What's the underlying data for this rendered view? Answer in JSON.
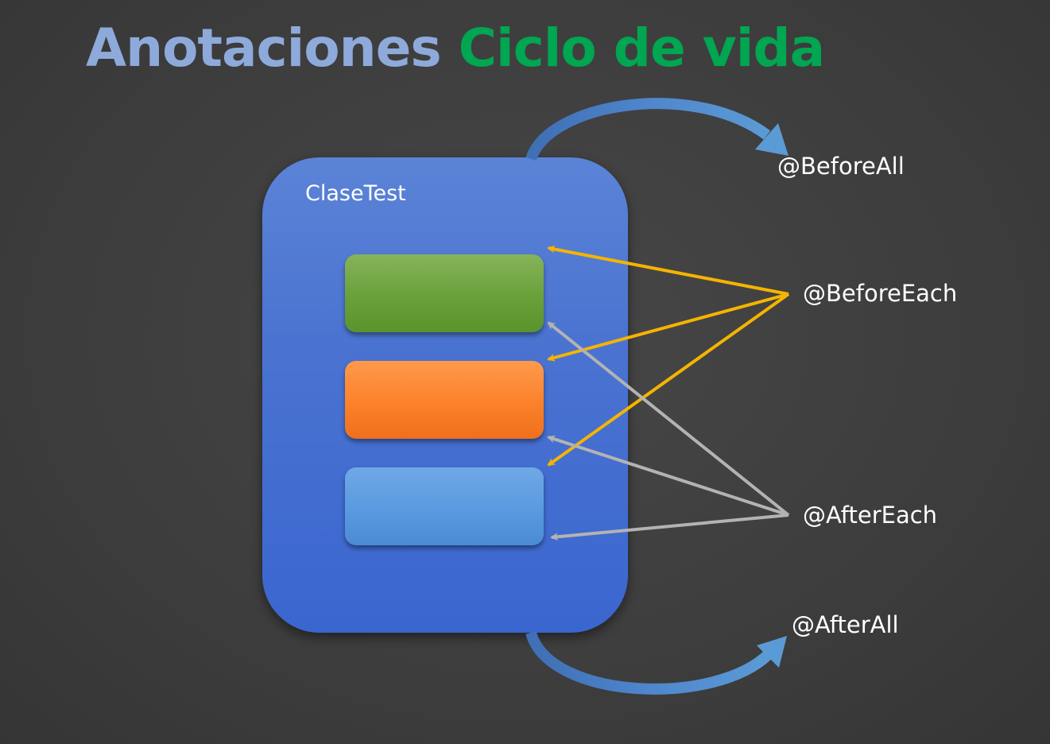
{
  "title": {
    "part1": "Anotaciones",
    "part2": "Ciclo de vida"
  },
  "class_box": {
    "label": "ClaseTest"
  },
  "annotations": {
    "before_all": "@BeforeAll",
    "before_each": "@BeforeEach",
    "after_each": "@AfterEach",
    "after_all": "@AfterAll"
  },
  "colors": {
    "title_part1": "#8eaadb",
    "title_part2": "#00a651",
    "class_box": "#4a73d1",
    "method_1": "#6aa03a",
    "method_2": "#fb812a",
    "method_3": "#5a9ae0",
    "before_each_arrows": "#f5b400",
    "after_each_arrows": "#b3b3b3",
    "lifecycle_arrows": "#5b9bd5"
  }
}
